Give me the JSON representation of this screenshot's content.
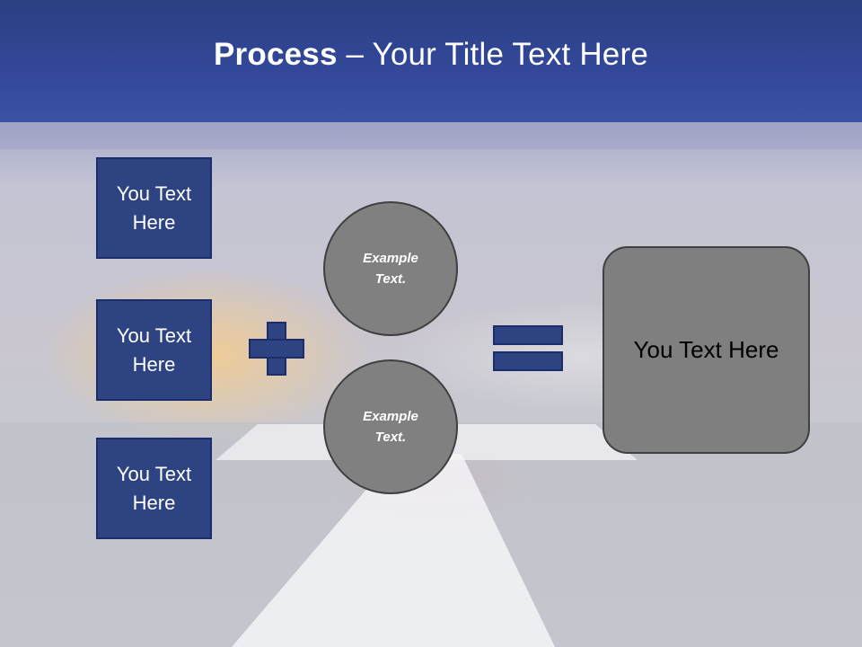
{
  "slide": {
    "title_bold": "Process",
    "title_rest": " – Your Title Text Here",
    "left_boxes": [
      {
        "line1": "You Text",
        "line2": "Here"
      },
      {
        "line1": "You Text",
        "line2": "Here"
      },
      {
        "line1": "You Text",
        "line2": "Here"
      }
    ],
    "circles": [
      {
        "line1": "Example",
        "line2": "Text."
      },
      {
        "line1": "Example",
        "line2": "Text."
      }
    ],
    "result_text": "You Text Here"
  },
  "colors": {
    "title_bar": "#33489a",
    "box_fill": "#2e4381",
    "box_border": "#1c2d6b",
    "circle_fill": "#808080",
    "result_fill": "#7f7f7f"
  },
  "icons": [
    "plus-sign",
    "equals-sign"
  ]
}
